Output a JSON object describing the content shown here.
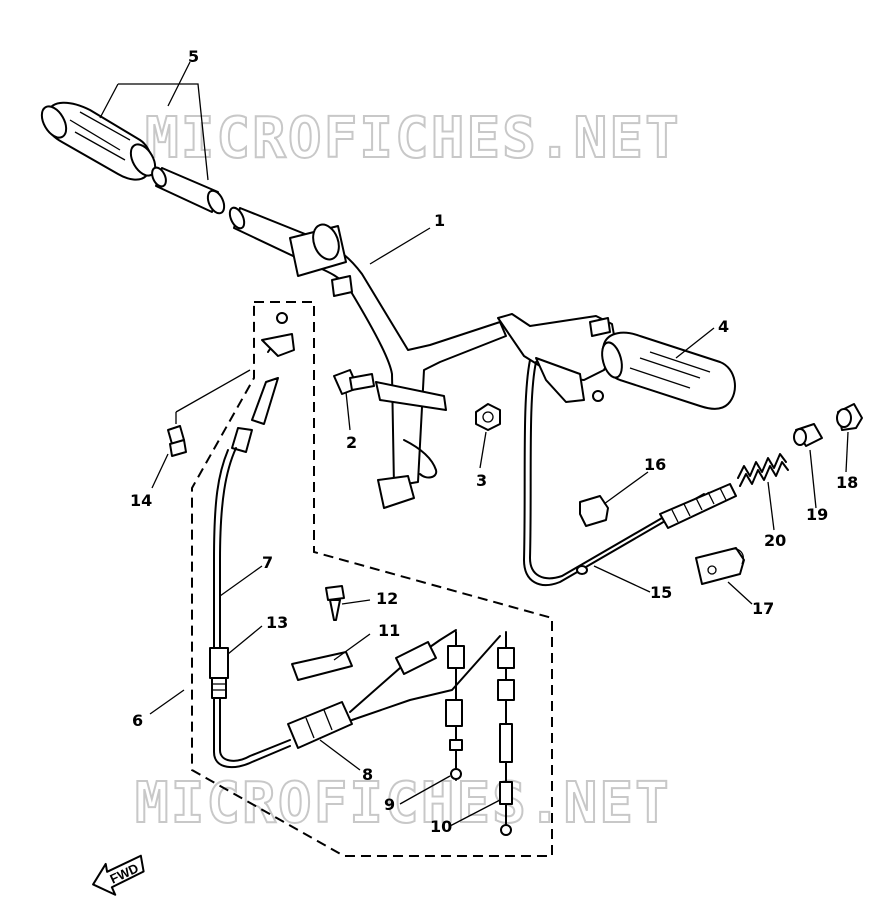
{
  "watermark": {
    "text": "MICROFICHES.NET"
  },
  "direction_label": "FWD",
  "callouts": [
    {
      "id": "1",
      "label": "1"
    },
    {
      "id": "2",
      "label": "2"
    },
    {
      "id": "3",
      "label": "3"
    },
    {
      "id": "4",
      "label": "4"
    },
    {
      "id": "5",
      "label": "5"
    },
    {
      "id": "6",
      "label": "6"
    },
    {
      "id": "7",
      "label": "7"
    },
    {
      "id": "8",
      "label": "8"
    },
    {
      "id": "9",
      "label": "9"
    },
    {
      "id": "10",
      "label": "10"
    },
    {
      "id": "11",
      "label": "11"
    },
    {
      "id": "12",
      "label": "12"
    },
    {
      "id": "13",
      "label": "13"
    },
    {
      "id": "14",
      "label": "14"
    },
    {
      "id": "15",
      "label": "15"
    },
    {
      "id": "16",
      "label": "16"
    },
    {
      "id": "17",
      "label": "17"
    },
    {
      "id": "18",
      "label": "18"
    },
    {
      "id": "19",
      "label": "19"
    },
    {
      "id": "20",
      "label": "20"
    }
  ]
}
